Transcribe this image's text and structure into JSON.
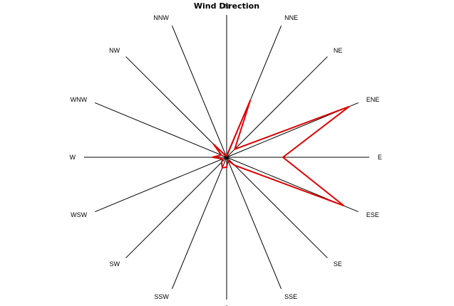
{
  "chart_data": {
    "type": "radar",
    "title": "Wind Direction",
    "directions": [
      "N",
      "NNE",
      "NE",
      "ENE",
      "E",
      "ESE",
      "SE",
      "SSE",
      "S",
      "SSW",
      "SW",
      "WSW",
      "W",
      "WNW",
      "NW",
      "NNW"
    ],
    "series": [
      {
        "values": [
          1,
          43.5,
          8,
          93,
          39.5,
          89,
          8,
          2.5,
          7,
          8,
          5,
          3,
          10,
          4,
          13,
          1
        ],
        "color": "#e00000"
      }
    ],
    "rmax": 100,
    "grid": false,
    "legend": "none"
  }
}
